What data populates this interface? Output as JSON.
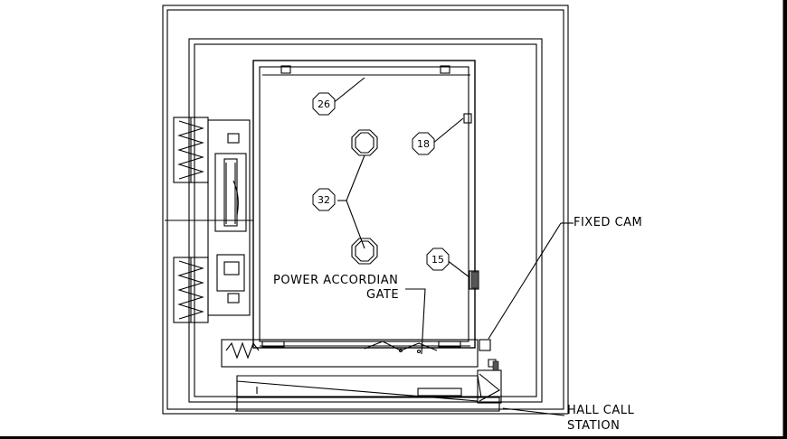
{
  "colors": {
    "background": "#000000",
    "paper": "#ffffff",
    "line": "#000000",
    "hatch": "#555555"
  },
  "tags": {
    "t26": "26",
    "t18": "18",
    "t32": "32",
    "t15": "15"
  },
  "labels": {
    "fixed_cam": "FIXED CAM",
    "power_gate_line1": "POWER ACCORDIAN",
    "power_gate_line2": "GATE",
    "hall_call_line1": "HALL CALL",
    "hall_call_line2": "STATION"
  }
}
